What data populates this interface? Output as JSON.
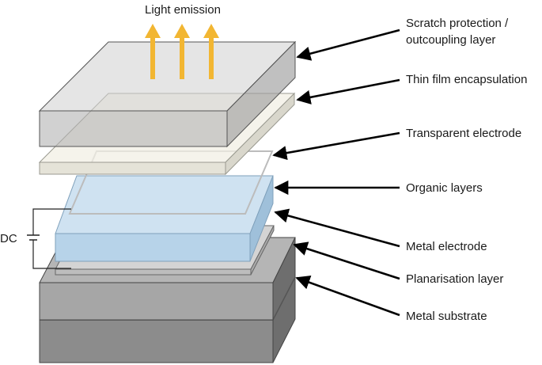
{
  "title": "Light emission",
  "dc_label": "DC",
  "colors": {
    "arrow_emission": "#f2b632",
    "organic_layer": "#b7d3e9",
    "glass_layer": "#d9d9d9",
    "metal_substrate": "#8a8a8a"
  },
  "layers": [
    {
      "label_lines": [
        "Scratch protection /",
        "outcoupling layer"
      ]
    },
    {
      "label_lines": [
        "Thin film encapsulation"
      ]
    },
    {
      "label_lines": [
        "Transparent electrode"
      ]
    },
    {
      "label_lines": [
        "Organic layers"
      ]
    },
    {
      "label_lines": [
        "Metal electrode"
      ]
    },
    {
      "label_lines": [
        "Planarisation layer"
      ]
    },
    {
      "label_lines": [
        "Metal substrate"
      ]
    }
  ]
}
